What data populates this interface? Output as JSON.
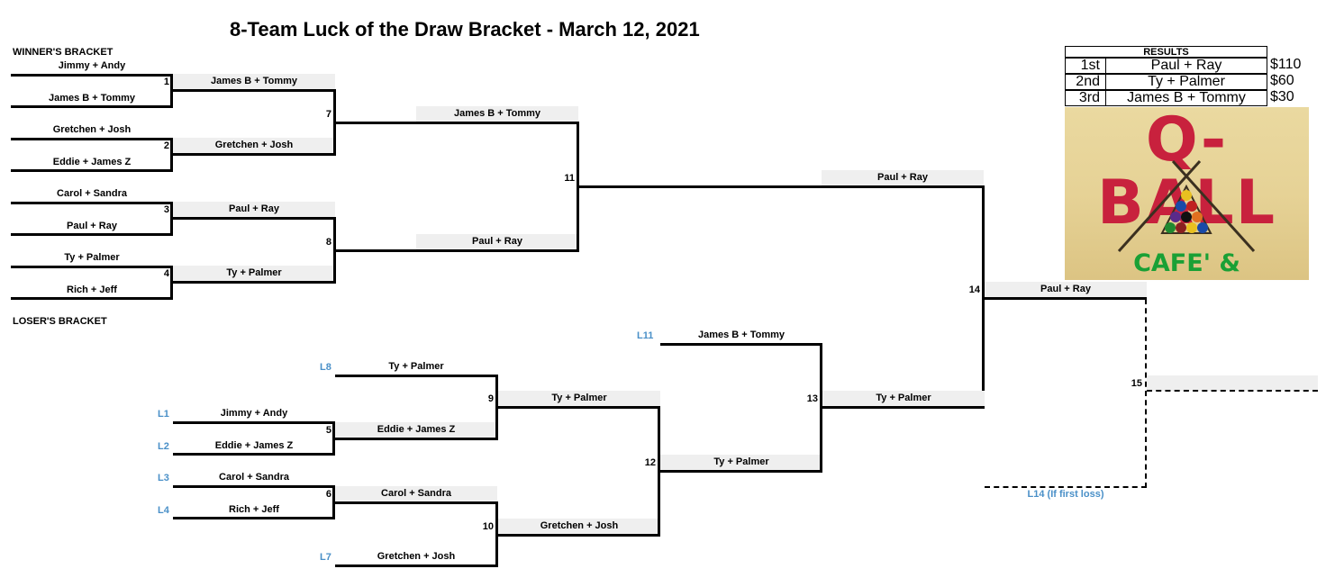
{
  "title": "8-Team Luck of the Draw Bracket - March 12, 2021",
  "sections": {
    "winners": "WINNER'S BRACKET",
    "losers": "LOSER'S BRACKET"
  },
  "results": {
    "header": "RESULTS",
    "rows": [
      {
        "place": "1st",
        "team": "Paul + Ray",
        "prize": "$110"
      },
      {
        "place": "2nd",
        "team": "Ty + Palmer",
        "prize": "$60"
      },
      {
        "place": "3rd",
        "team": "James B + Tommy",
        "prize": "$30"
      }
    ]
  },
  "logo": {
    "top_text": "Q-BALL",
    "bottom_text": "CAFE' & BILLIARDS",
    "text_color_top": "#c8213d",
    "text_color_bottom": "#1aa035"
  },
  "winners_round1": [
    "Jimmy + Andy",
    "James B + Tommy",
    "Gretchen + Josh",
    "Eddie + James Z",
    "Carol + Sandra",
    "Paul + Ray",
    "Ty + Palmer",
    "Rich + Jeff"
  ],
  "game_numbers": [
    "1",
    "2",
    "3",
    "4",
    "5",
    "6",
    "7",
    "8",
    "9",
    "10",
    "11",
    "12",
    "13",
    "14",
    "15"
  ],
  "winners_round2": [
    "James B + Tommy",
    "Gretchen + Josh",
    "Paul + Ray",
    "Ty + Palmer"
  ],
  "winners_round3": [
    "James B + Tommy",
    "Paul + Ray"
  ],
  "winners_final": "Paul + Ray",
  "game14_winner": "Paul + Ray",
  "losers_refs": [
    "L8",
    "L1",
    "L2",
    "L3",
    "L4",
    "L7",
    "L11"
  ],
  "losers_entries": {
    "l8": "Ty + Palmer",
    "l1": "Jimmy + Andy",
    "l2": "Eddie + James Z",
    "l3": "Carol + Sandra",
    "l4": "Rich + Jeff",
    "l7": "Gretchen + Josh",
    "l11": "James B + Tommy"
  },
  "losers_round2": [
    "Eddie + James Z",
    "Carol + Sandra"
  ],
  "losers_round3": [
    "Ty + Palmer",
    "Gretchen + Josh"
  ],
  "losers_round4": [
    "Ty + Palmer"
  ],
  "losers_round5": [
    "Ty + Palmer"
  ],
  "losers_final": "Ty + Palmer",
  "note_l14": "L14 (If first loss)",
  "accent_blue": "#4a90c8"
}
